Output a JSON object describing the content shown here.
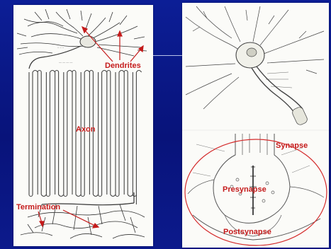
{
  "left": {
    "labels": {
      "dendrites": "Dendrites",
      "axon": "Axon",
      "termination": "Termination"
    }
  },
  "right": {
    "labels": {
      "synapse": "Synapse",
      "presynapse": "Presynapse",
      "postsynapse": "Postsynapse"
    }
  },
  "colors": {
    "background": "#0b1a8a",
    "label_red": "#c41a1a",
    "ring_red": "#d42a2a"
  }
}
